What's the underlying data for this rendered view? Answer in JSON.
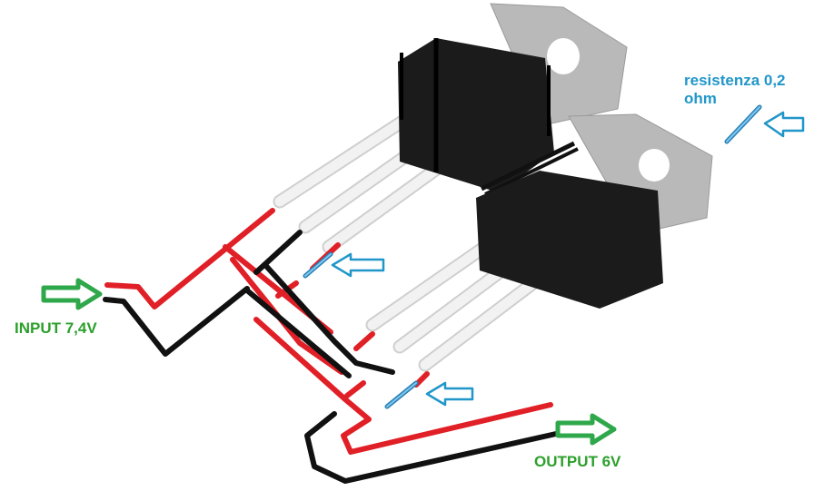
{
  "labels": {
    "input": "INPUT 7,4V",
    "output": "OUTPUT 6V",
    "resistor_line1": "resistenza 0,2",
    "resistor_line2": "ohm"
  },
  "colors": {
    "input_label": "#2ca02c",
    "output_label": "#2ca02c",
    "resistor_label": "#2196c9",
    "wire_positive": "#e01f26",
    "wire_negative": "#111111",
    "arrow_green": "#2ea84a",
    "arrow_blue": "#2196c9",
    "regulator_body": "#1b1b1b",
    "heatsink_tab": "#b9b9b9",
    "leads": "#eeeeee"
  },
  "icons": {
    "input_arrow": "green-arrow-right-icon",
    "output_arrow": "green-arrow-right-icon",
    "resistor_pointer": "blue-arrow-left-icon",
    "resistor": "resistor-icon",
    "regulator": "to220-regulator-icon"
  },
  "components": {
    "regulators": 2,
    "resistors_in_circuit": 2
  }
}
